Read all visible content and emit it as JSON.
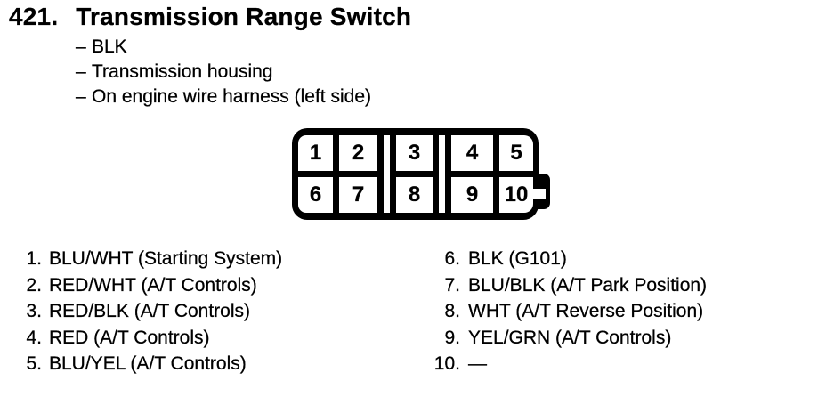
{
  "colors": {
    "ink": "#000000",
    "paper": "#ffffff"
  },
  "header": {
    "item_number": "421.",
    "title": "Transmission Range Switch",
    "detail_dash": "–",
    "details": [
      "BLK",
      "Transmission housing",
      "On engine wire harness (left side)"
    ]
  },
  "connector": {
    "pins_top_row": [
      "1",
      "2",
      "3",
      "4",
      "5"
    ],
    "pins_bottom_row": [
      "6",
      "7",
      "8",
      "9",
      "10"
    ]
  },
  "pin_list": {
    "left_column": [
      {
        "num": "1.",
        "label": "BLU/WHT (Starting System)"
      },
      {
        "num": "2.",
        "label": "RED/WHT (A/T Controls)"
      },
      {
        "num": "3.",
        "label": "RED/BLK (A/T Controls)"
      },
      {
        "num": "4.",
        "label": "RED (A/T Controls)"
      },
      {
        "num": "5.",
        "label": "BLU/YEL (A/T Controls)"
      }
    ],
    "right_column": [
      {
        "num": "6.",
        "label": "BLK (G101)"
      },
      {
        "num": "7.",
        "label": "BLU/BLK (A/T Park Position)"
      },
      {
        "num": "8.",
        "label": "WHT (A/T Reverse Position)"
      },
      {
        "num": "9.",
        "label": "YEL/GRN (A/T Controls)"
      },
      {
        "num": "10.",
        "label": "—"
      }
    ]
  }
}
